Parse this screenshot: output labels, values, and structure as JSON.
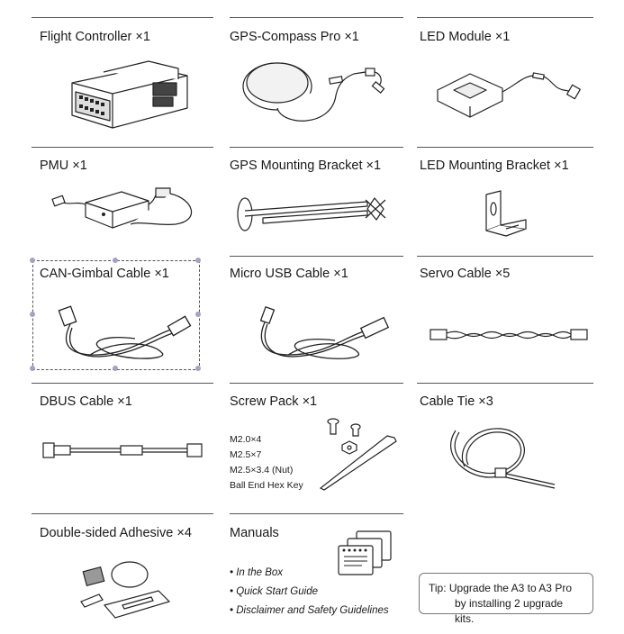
{
  "items": [
    {
      "label": "Flight Controller ×1"
    },
    {
      "label": "GPS-Compass Pro ×1"
    },
    {
      "label": "LED Module ×1"
    },
    {
      "label": "PMU ×1"
    },
    {
      "label": "GPS Mounting Bracket ×1"
    },
    {
      "label": "LED Mounting Bracket ×1"
    },
    {
      "label": "CAN-Gimbal Cable ×1"
    },
    {
      "label": "Micro USB Cable ×1"
    },
    {
      "label": "Servo Cable ×5"
    },
    {
      "label": "DBUS Cable ×1"
    },
    {
      "label": "Screw Pack ×1"
    },
    {
      "label": "Cable Tie ×3"
    },
    {
      "label": "Double-sided Adhesive ×4"
    },
    {
      "label": "Manuals"
    }
  ],
  "screw_pack_specs": [
    "M2.0×4",
    "M2.5×7",
    "M2.5×3.4 (Nut)",
    "Ball End Hex Key"
  ],
  "manuals_list": [
    "In the Box",
    "Quick Start Guide",
    "Disclaimer and Safety Guidelines"
  ],
  "tip": {
    "line1": "Tip: Upgrade the A3 to A3 Pro",
    "line2": "by installing 2 upgrade kits."
  },
  "colors": {
    "rule": "#555555",
    "handle": "#a99ec9",
    "line_art": "#222222"
  }
}
